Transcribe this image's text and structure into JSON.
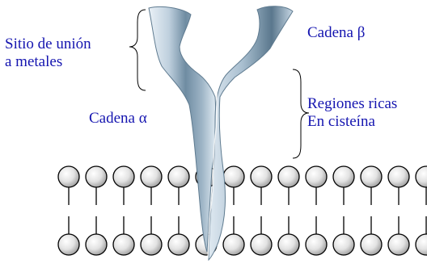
{
  "labels": {
    "metal_site": [
      "Sitio de unión",
      "a metales"
    ],
    "beta_chain": "Cadena β",
    "alpha_chain": "Cadena α",
    "cysteine_regions": [
      "Regiones ricas",
      "En cisteína"
    ]
  },
  "colors": {
    "text": "#1515b0",
    "protein_light": "#cfdde8",
    "protein_dark": "#4e6b80",
    "lipid_head": "#d8d8d8"
  }
}
